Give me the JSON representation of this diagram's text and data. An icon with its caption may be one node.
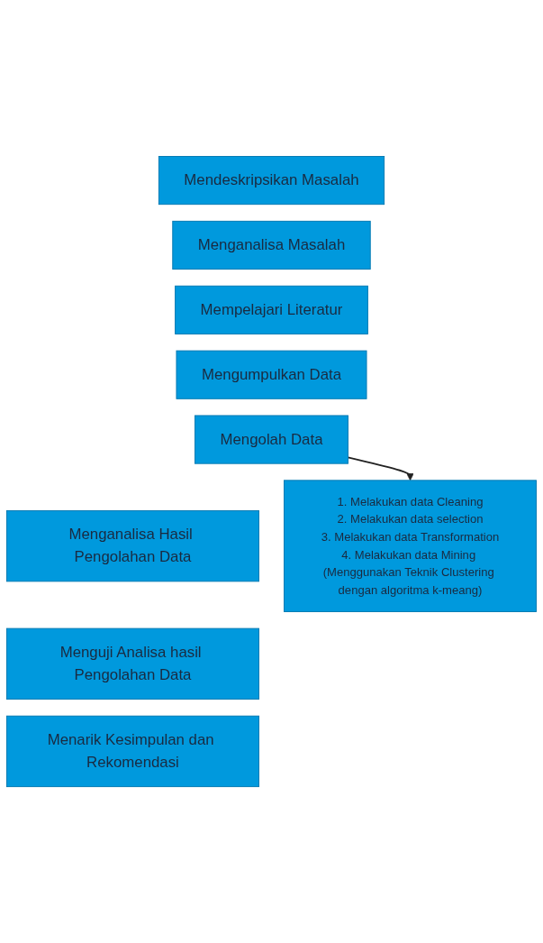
{
  "diagram": {
    "nodes": [
      {
        "text": [
          "Mendeskripsikan Masalah"
        ]
      },
      {
        "text": [
          "Menganalisa Masalah"
        ]
      },
      {
        "text": [
          "Mempelajari Literatur"
        ]
      },
      {
        "text": [
          "Mengumpulkan Data"
        ]
      },
      {
        "text": [
          "Mengolah Data"
        ]
      },
      {
        "text": [
          "Menganalisa Hasil Pengolahan Data"
        ]
      },
      {
        "text": [
          "Menguji Analisa hasil Pengolahan Data"
        ]
      },
      {
        "text": [
          "Menarik Kesimpulan dan Rekomendasi"
        ]
      },
      {
        "text": [
          "1. Melakukan data Cleaning",
          "2. Melakukan data selection",
          "3. Melakukan data Transformation",
          "4. Melakukan data Mining (Menggunakan Teknik Clustering dengan algoritma k-meang)"
        ]
      }
    ],
    "edges": [
      {
        "from": 4,
        "to": 8,
        "arrow": "to"
      }
    ]
  }
}
